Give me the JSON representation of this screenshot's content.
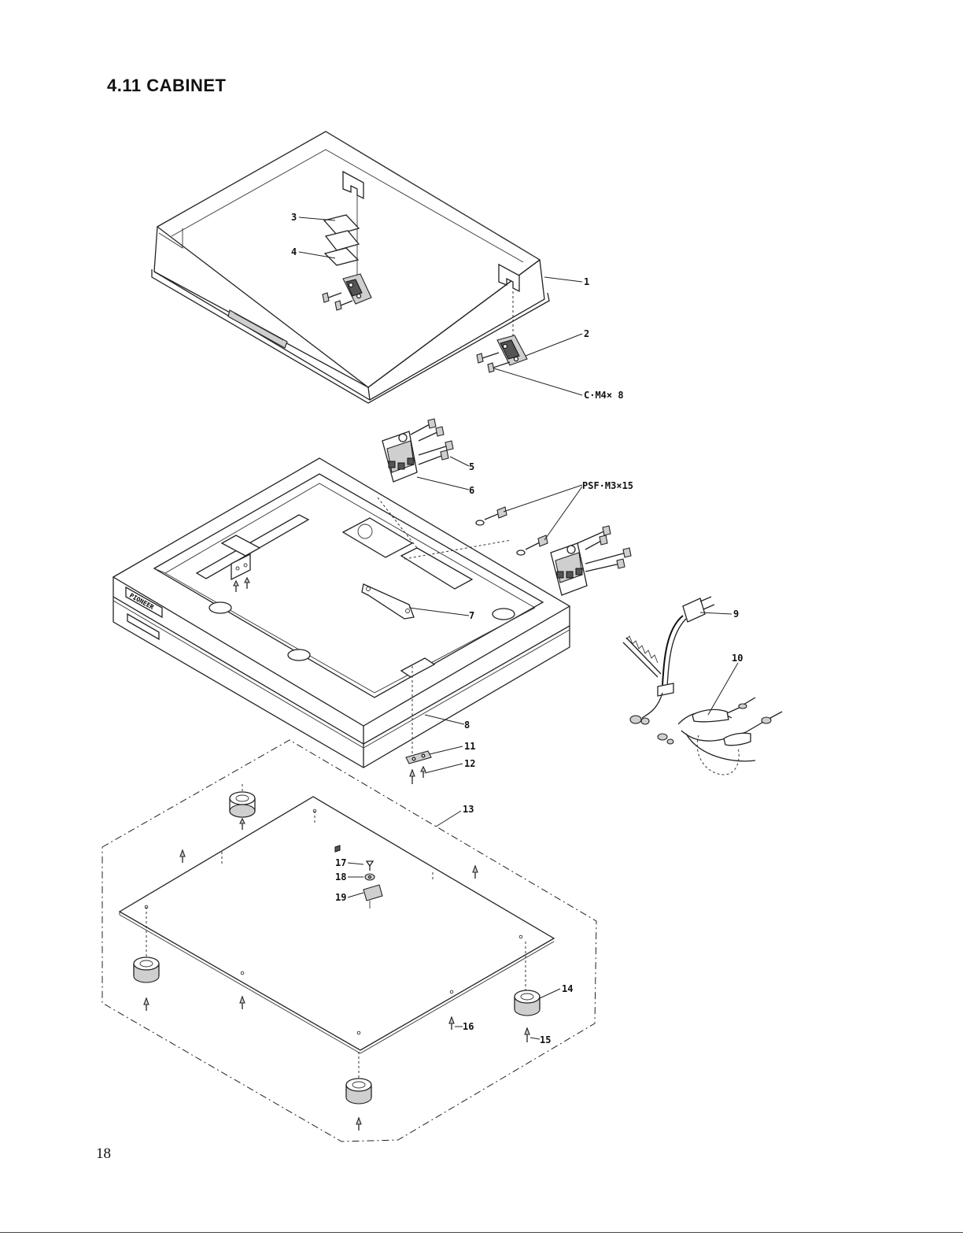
{
  "header": {
    "title": "4.11  CABINET"
  },
  "footer": {
    "page_number": "18"
  },
  "diagram": {
    "callouts": {
      "c1": "1",
      "c2": "2",
      "c3": "3",
      "c4": "4",
      "c_m4x8": "C·M4× 8",
      "c5": "5",
      "c6": "6",
      "c_psf": "PSF·M3×15",
      "c7": "7",
      "c8": "8",
      "c9": "9",
      "c10": "10",
      "c11": "11",
      "c12": "12",
      "c13": "13",
      "c14": "14",
      "c15": "15",
      "c16": "16",
      "c17": "17",
      "c18": "18",
      "c19": "19"
    },
    "nameplate": "PIONEER"
  }
}
